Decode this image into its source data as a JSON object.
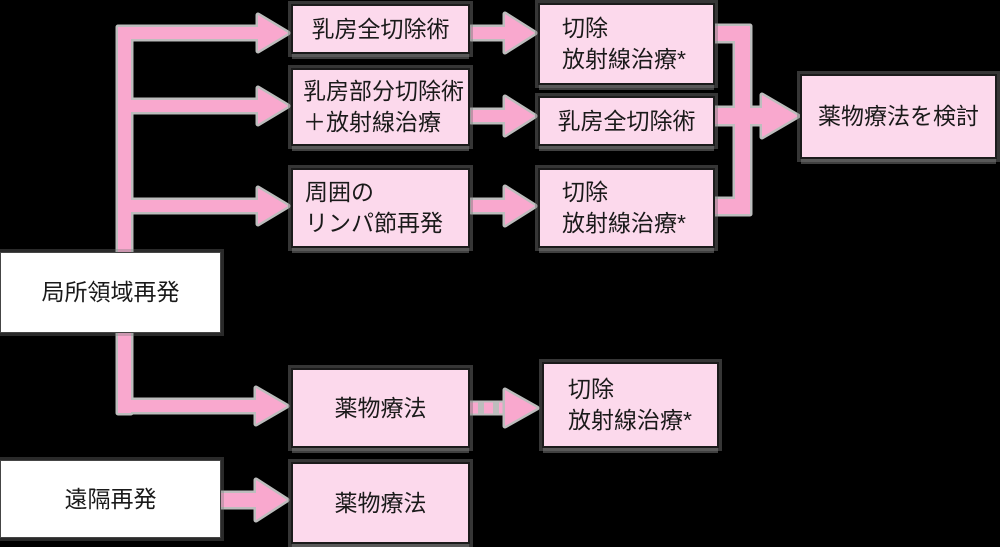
{
  "diagram": {
    "colors": {
      "background": "#000000",
      "node_fill_pink": "#FCD9EC",
      "node_fill_white": "#FFFFFF",
      "arrow_color": "#F9A8CE",
      "halo_color": "#BDBDBD",
      "border_color": "#1B1B1B",
      "text_color": "#1A1A1A"
    },
    "nodes": {
      "locoregional_recurrence": {
        "lines": [
          "局所領域再発"
        ]
      },
      "distant_recurrence": {
        "lines": [
          "遠隔再発"
        ]
      },
      "total_mastectomy_1": {
        "lines": [
          "乳房全切除術"
        ]
      },
      "partial_mastectomy_rt": {
        "lines": [
          "乳房部分切除術",
          "＋放射線治療"
        ]
      },
      "peripheral_lymph_node_recurrence": {
        "lines": [
          "周囲の",
          "リンパ節再発"
        ]
      },
      "drug_therapy_1": {
        "lines": [
          "薬物療法"
        ]
      },
      "drug_therapy_2": {
        "lines": [
          "薬物療法"
        ]
      },
      "excision_rt_1": {
        "lines": [
          "切除",
          "放射線治療*"
        ]
      },
      "total_mastectomy_2": {
        "lines": [
          "乳房全切除術"
        ]
      },
      "excision_rt_2": {
        "lines": [
          "切除",
          "放射線治療*"
        ]
      },
      "excision_rt_3": {
        "lines": [
          "切除",
          "放射線治療*"
        ]
      },
      "consider_drug_therapy": {
        "lines": [
          "薬物療法を検討"
        ]
      }
    },
    "edges": [
      {
        "from": "locoregional_recurrence",
        "to": "total_mastectomy_1",
        "style": "solid"
      },
      {
        "from": "locoregional_recurrence",
        "to": "partial_mastectomy_rt",
        "style": "solid"
      },
      {
        "from": "locoregional_recurrence",
        "to": "peripheral_lymph_node_recurrence",
        "style": "solid"
      },
      {
        "from": "locoregional_recurrence",
        "to": "drug_therapy_1",
        "style": "solid"
      },
      {
        "from": "total_mastectomy_1",
        "to": "excision_rt_1",
        "style": "solid"
      },
      {
        "from": "partial_mastectomy_rt",
        "to": "total_mastectomy_2",
        "style": "solid"
      },
      {
        "from": "peripheral_lymph_node_recurrence",
        "to": "excision_rt_2",
        "style": "solid"
      },
      {
        "from": "excision_rt_1",
        "to": "consider_drug_therapy",
        "style": "solid"
      },
      {
        "from": "total_mastectomy_2",
        "to": "consider_drug_therapy",
        "style": "solid"
      },
      {
        "from": "excision_rt_2",
        "to": "consider_drug_therapy",
        "style": "solid"
      },
      {
        "from": "drug_therapy_1",
        "to": "excision_rt_3",
        "style": "dashed"
      },
      {
        "from": "distant_recurrence",
        "to": "drug_therapy_2",
        "style": "solid"
      }
    ]
  }
}
